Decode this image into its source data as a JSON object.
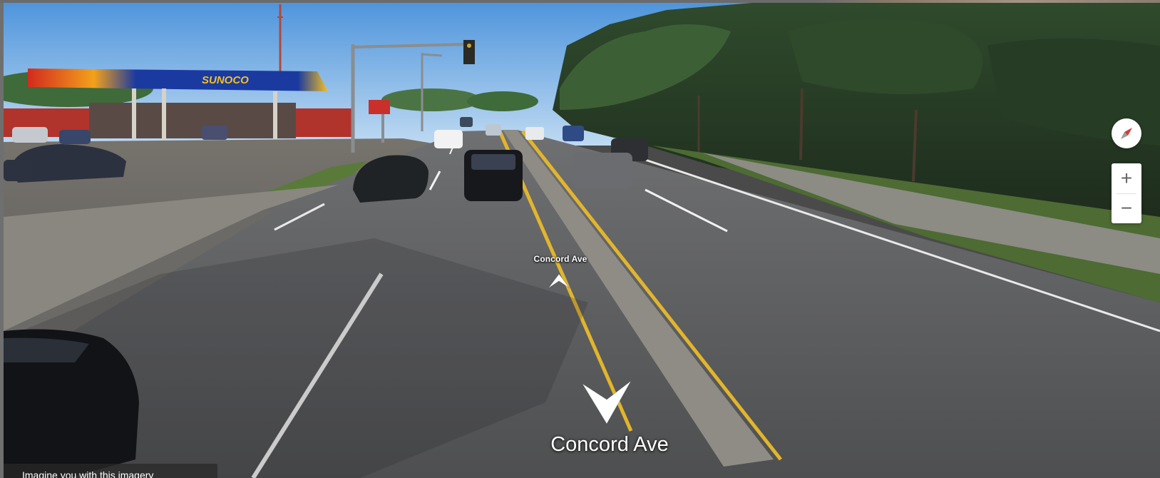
{
  "streetview": {
    "far_arrow": {
      "label": "Concord Ave",
      "icon": "chevron-up-icon"
    },
    "near_arrow": {
      "label": "Concord Ave",
      "icon": "chevron-down-icon"
    },
    "gas_station_sign": "SUNOCO"
  },
  "controls": {
    "compass_icon": "compass-icon",
    "zoom_in_label": "+",
    "zoom_out_label": "−"
  },
  "info_panel": {
    "text": "Imagine you with this imagery"
  },
  "colors": {
    "sky": "#5a9ee0",
    "road": "#5e5f60",
    "lane_yellow": "#e2b52c",
    "compass_needle": "#d23c3c"
  }
}
